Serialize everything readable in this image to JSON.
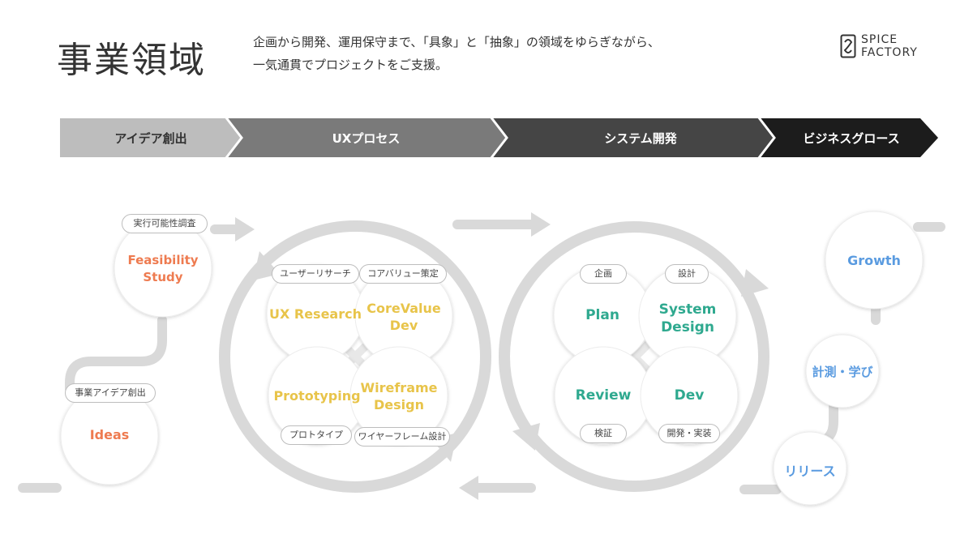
{
  "header": {
    "title": "事業領域",
    "description_line1": "企画から開発、運用保守まで、「具象」と「抽象」の領域をゆらぎながら、",
    "description_line2": "一気通貫でプロジェクトをご支援。",
    "logo_line1": "SPICE",
    "logo_line2": "FACTORY"
  },
  "phases": [
    {
      "label": "アイデア創出",
      "color": "#bdbdbd",
      "text_color": "#333333"
    },
    {
      "label": "UXプロセス",
      "color": "#7a7a7a",
      "text_color": "#ffffff"
    },
    {
      "label": "システム開発",
      "color": "#454545",
      "text_color": "#ffffff"
    },
    {
      "label": "ビジネスグロース",
      "color": "#1c1c1c",
      "text_color": "#ffffff"
    }
  ],
  "ideation": {
    "feasibility": {
      "tag": "実行可能性調査",
      "label_line1": "Feasibility",
      "label_line2": "Study"
    },
    "ideas": {
      "tag": "事業アイデア創出",
      "label": "Ideas"
    },
    "color": "#ee7b50"
  },
  "ux_cycle": {
    "color": "#e8c44a",
    "nodes": [
      {
        "tag": "ユーザーリサーチ",
        "label_line1": "UX Research",
        "label_line2": ""
      },
      {
        "tag": "コアバリュー策定",
        "label_line1": "CoreValue",
        "label_line2": "Dev"
      },
      {
        "tag": "プロトタイプ",
        "label_line1": "Prototyping",
        "label_line2": ""
      },
      {
        "tag": "ワイヤーフレーム設計",
        "label_line1": "Wireframe",
        "label_line2": "Design"
      }
    ]
  },
  "dev_cycle": {
    "color": "#2fa98f",
    "nodes": [
      {
        "tag": "企画",
        "label_line1": "Plan",
        "label_line2": ""
      },
      {
        "tag": "設計",
        "label_line1": "System",
        "label_line2": "Design"
      },
      {
        "tag": "検証",
        "label_line1": "Review",
        "label_line2": ""
      },
      {
        "tag": "開発・実装",
        "label_line1": "Dev",
        "label_line2": ""
      }
    ]
  },
  "growth": {
    "color": "#5a9be0",
    "nodes": [
      {
        "label": "Growth"
      },
      {
        "label": "計測・学び"
      },
      {
        "label": "リリース"
      }
    ]
  }
}
